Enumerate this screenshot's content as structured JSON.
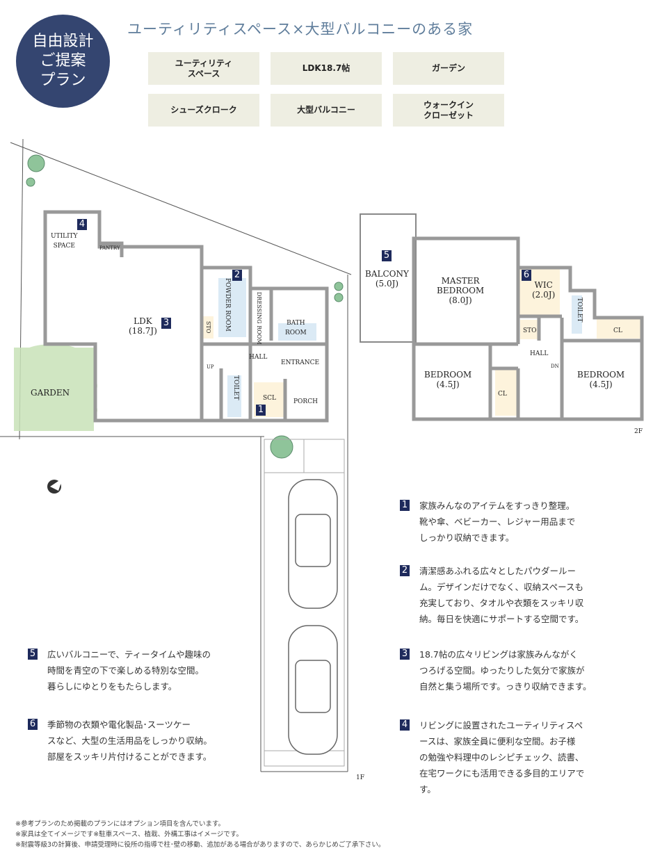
{
  "badge": {
    "lines": [
      "自由設計",
      "ご提案",
      "プラン"
    ]
  },
  "title": "ユーティリティスペース×大型バルコニーのある家",
  "features": [
    {
      "lines": [
        "ユーティリティ",
        "スペース"
      ]
    },
    {
      "lines": [
        "LDK18.7帖"
      ]
    },
    {
      "lines": [
        "ガーデン"
      ]
    },
    {
      "lines": [
        "シューズクローク"
      ]
    },
    {
      "lines": [
        "大型バルコニー"
      ]
    },
    {
      "lines": [
        "ウォークイン",
        "クローゼット"
      ]
    }
  ],
  "floor1": {
    "label": "1F",
    "rooms": {
      "utility": [
        "UTILITY",
        "SPACE"
      ],
      "pantry": "PANTRY",
      "ldk": [
        "LDK",
        "(18.7J)"
      ],
      "powder": [
        "POWDER",
        "ROOM"
      ],
      "dressing": [
        "DRESSING",
        "ROOM"
      ],
      "bath": [
        "BATH",
        "ROOM"
      ],
      "sto": "STO",
      "hall": "HALL",
      "entrance": "ENTRANCE",
      "up": "UP",
      "toilet": "TOILET",
      "scl": "SCL",
      "porch": "PORCH",
      "garden": "GARDEN"
    }
  },
  "floor2": {
    "label": "2F",
    "rooms": {
      "balcony": [
        "BALCONY",
        "(5.0J)"
      ],
      "master": [
        "MASTER",
        "BEDROOM",
        "(8.0J)"
      ],
      "wic": [
        "WIC",
        "(2.0J)"
      ],
      "toilet": "TOILET",
      "sto": "STO",
      "cl": "CL",
      "hall": "HALL",
      "dn": "DN",
      "bed1": [
        "BEDROOM",
        "(4.5J)"
      ],
      "bed2": [
        "BEDROOM",
        "(4.5J)"
      ]
    }
  },
  "numbers": [
    "1",
    "2",
    "3",
    "4",
    "5",
    "6"
  ],
  "notes": [
    {
      "num": "1",
      "lines": [
        "家族みんなのアイテムをすっきり整理。",
        "靴や傘、ベビーカー、レジャー用品まで",
        "しっかり収納できます。"
      ]
    },
    {
      "num": "2",
      "lines": [
        "清潔感あふれる広々としたパウダールー",
        "ム。デザインだけでなく、収納スペースも",
        "充実しており、タオルや衣類をスッキリ収",
        "納。毎日を快適にサポートする空間です。"
      ]
    },
    {
      "num": "3",
      "lines": [
        "18.7帖の広々リビングは家族みんながく",
        "つろげる空間。ゆったりした気分で家族が",
        "自然と集う場所です。っきり収納できます。"
      ]
    },
    {
      "num": "4",
      "lines": [
        "リビングに設置されたユーティリティスペ",
        "ースは、家族全員に便利な空間。お子様",
        "の勉強や料理中のレシピチェック、読書、",
        "在宅ワークにも活用できる多目的エリアで",
        "す。"
      ]
    },
    {
      "num": "5",
      "lines": [
        "広いバルコニーで、ティータイムや趣味の",
        "時間を青空の下で楽しめる特別な空間。",
        "暮らしにゆとりをもたらします。"
      ]
    },
    {
      "num": "6",
      "lines": [
        "季節物の衣類や電化製品･スーツケー",
        "スなど、大型の生活用品をしっかり収納。",
        "部屋をスッキリ片付けることができます。"
      ]
    }
  ],
  "footnotes": [
    "※参考プランのため掲載のプランにはオプション項目を含んでいます。",
    "※家具は全てイメージです※駐車スペース、植栽、外構工事はイメージです。",
    "※耐震等級3の計算後、申請受理時に役所の指導で柱･壁の移動、追加がある場合がありますので、あらかじめご了承下さい。"
  ],
  "colors": {
    "navy": "#344570",
    "feature_bg": "#eeeee2",
    "title": "#5f7d9b",
    "storage": "#fdf3dc",
    "water": "#dbeaf5",
    "garden": "#c8e2b8"
  }
}
